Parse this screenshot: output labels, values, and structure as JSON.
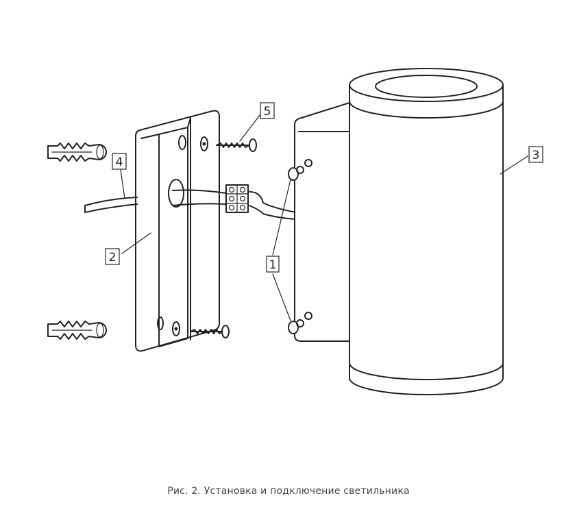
{
  "caption": "Рис. 2. Установка и подключение светильника",
  "callouts": {
    "one": "1",
    "two": "2",
    "three": "3",
    "four": "4",
    "five": "5"
  },
  "line_color": "#222222",
  "caption_color": "#444444"
}
